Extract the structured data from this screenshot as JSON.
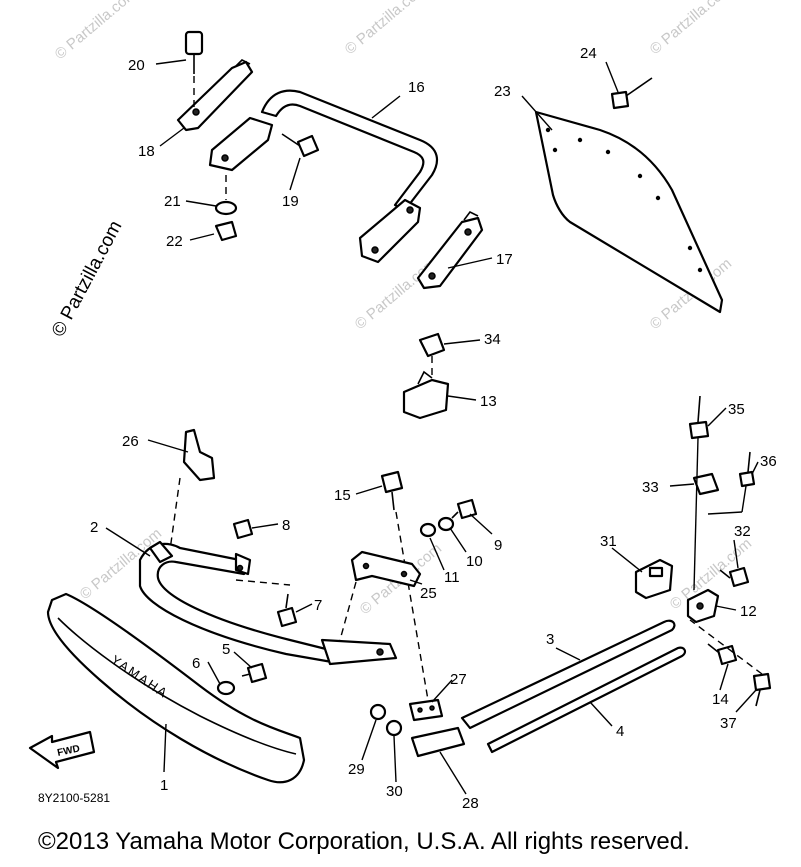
{
  "watermarks": {
    "left": "© Partzilla.com",
    "small": "© Partzilla.com"
  },
  "drawing_code": "8Y2100-5281",
  "fwd_label": "FWD",
  "cowl_text": "YAMAHA",
  "copyright": "©2013 Yamaha Motor Corporation, U.S.A. All rights reserved.",
  "callouts": {
    "c1": "1",
    "c2": "2",
    "c3": "3",
    "c4": "4",
    "c5": "5",
    "c6": "6",
    "c7": "7",
    "c8": "8",
    "c9": "9",
    "c10": "10",
    "c11": "11",
    "c12": "12",
    "c13": "13",
    "c14": "14",
    "c15": "15",
    "c16": "16",
    "c17": "17",
    "c18": "18",
    "c19": "19",
    "c20": "20",
    "c21": "21",
    "c22": "22",
    "c23": "23",
    "c24": "24",
    "c25": "25",
    "c26": "26",
    "c27": "27",
    "c28": "28",
    "c29": "29",
    "c30": "30",
    "c31": "31",
    "c32": "32",
    "c33": "33",
    "c34": "34",
    "c35": "35",
    "c36": "36",
    "c37": "37"
  }
}
